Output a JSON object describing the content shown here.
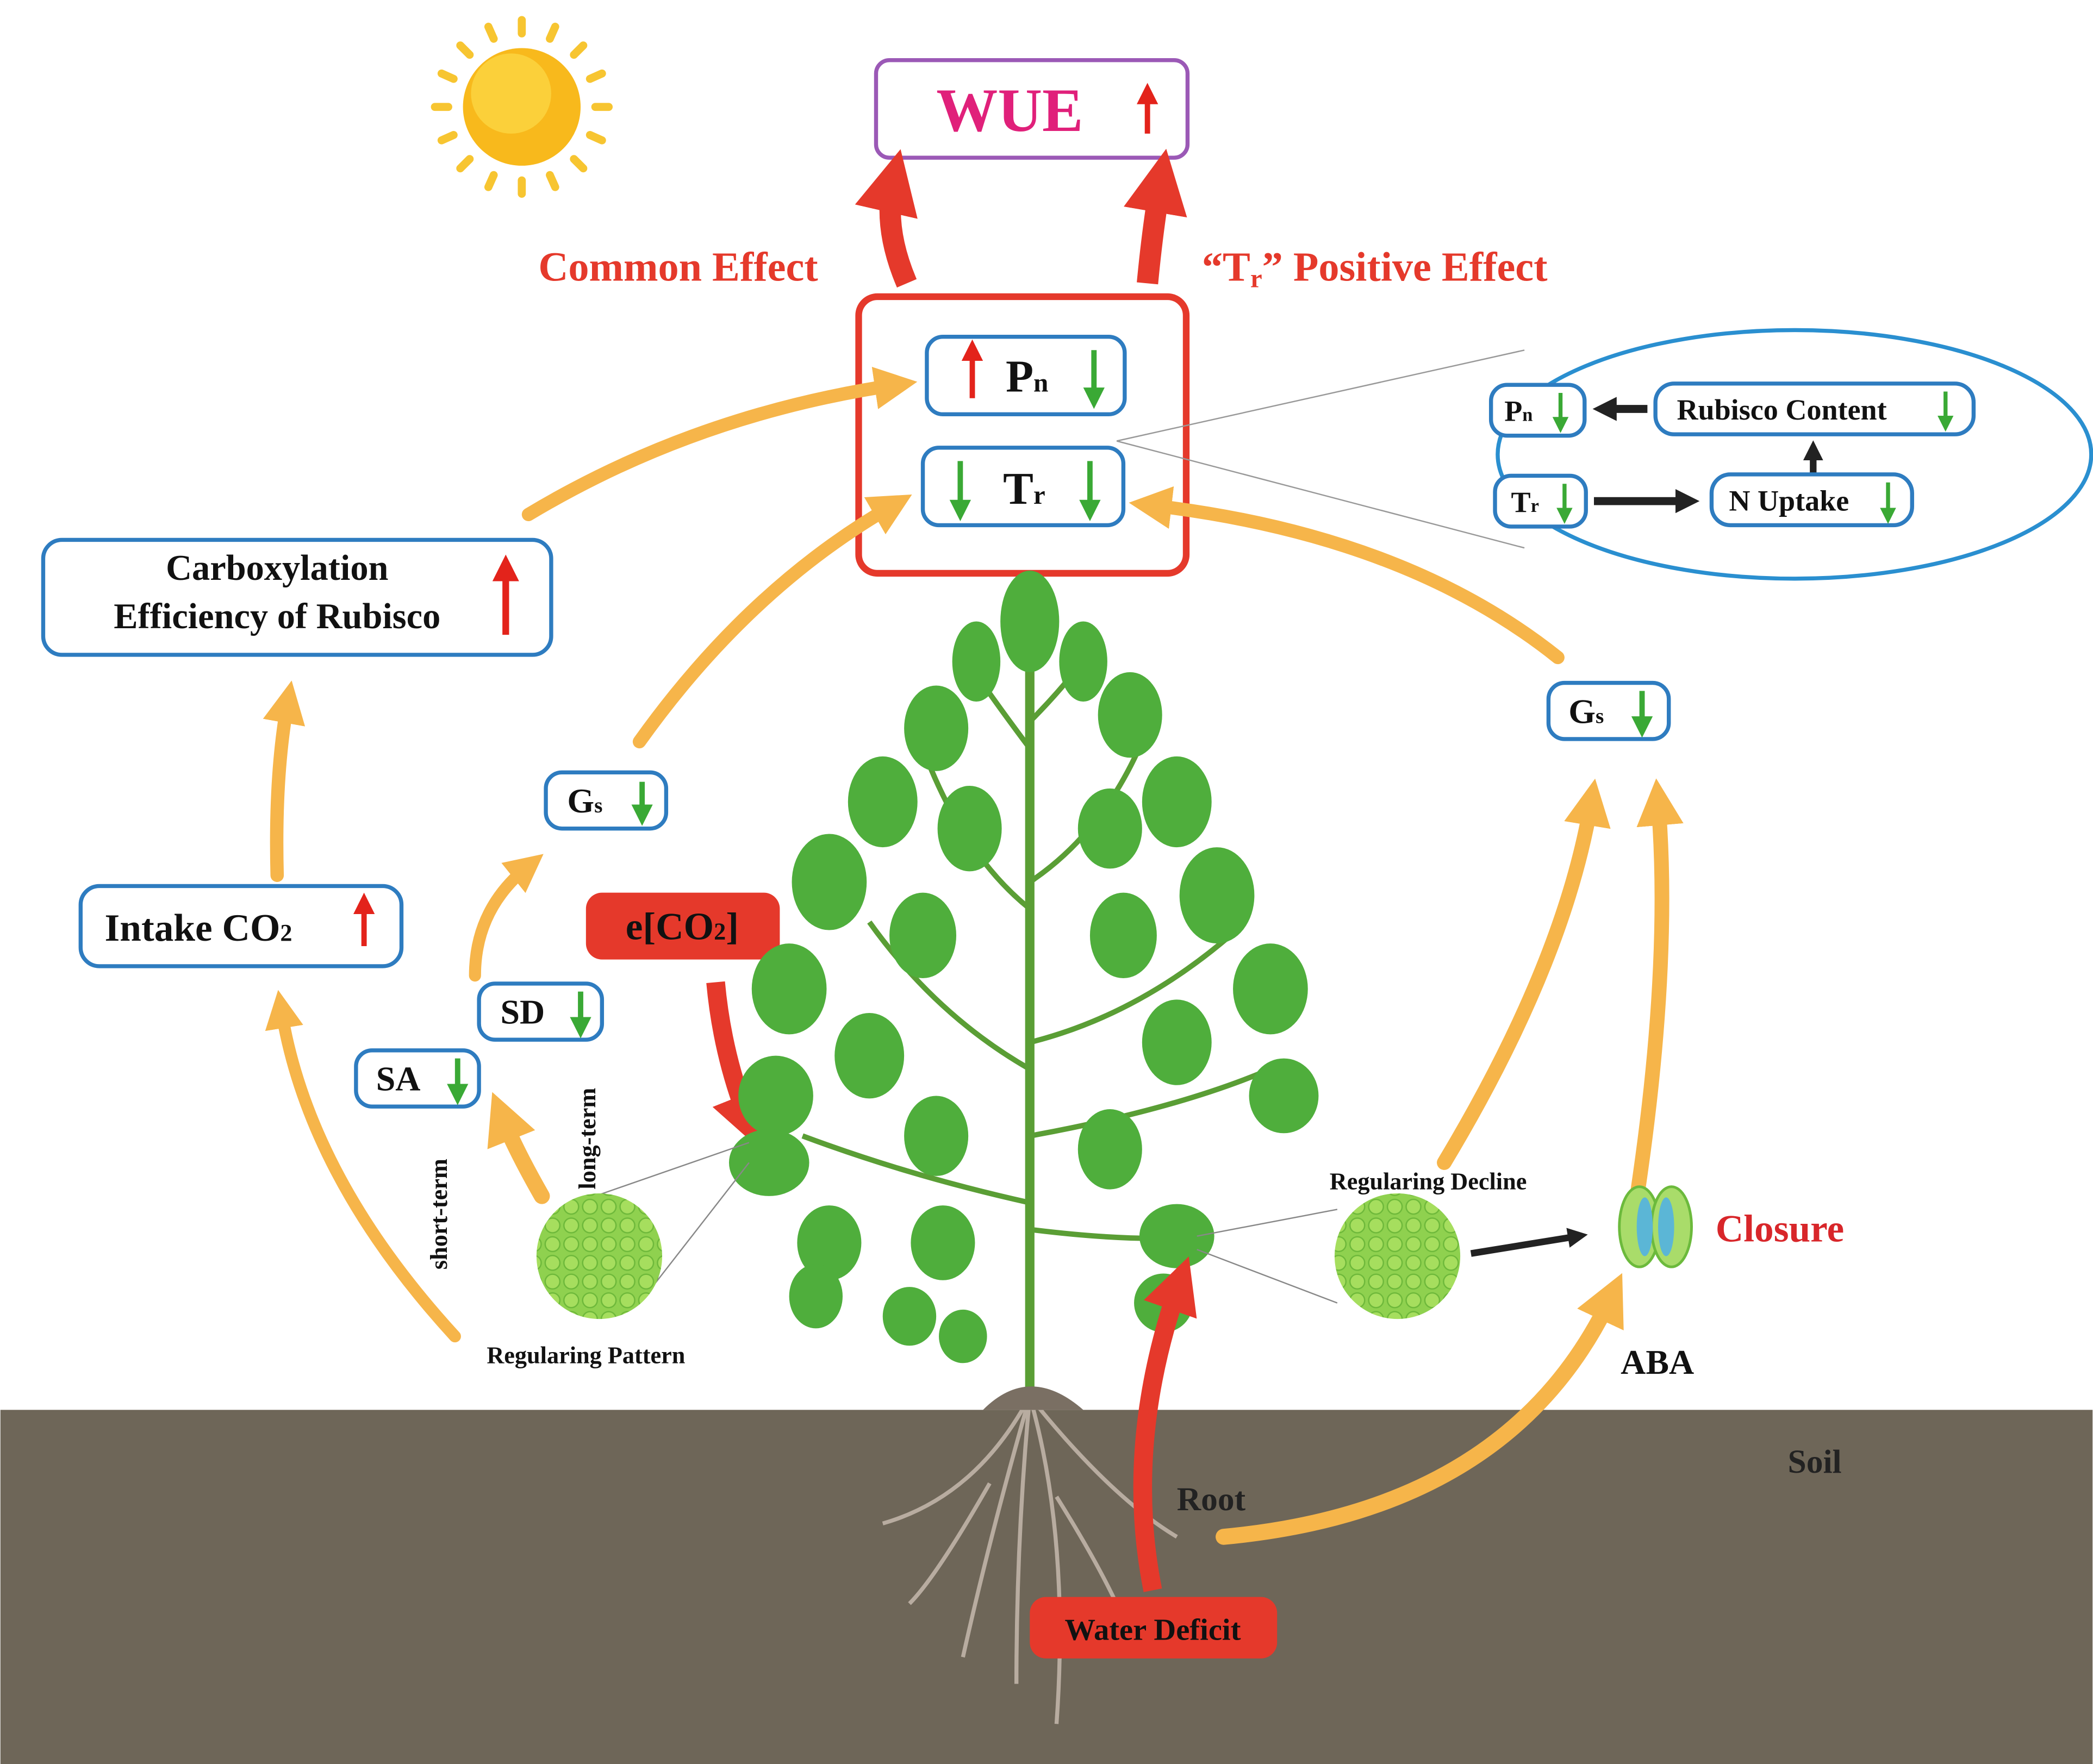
{
  "title": {
    "text": "WUE",
    "color": "#e0207a"
  },
  "effects": {
    "common": "Common Effect",
    "positive_quote_open": "“T",
    "positive_sub": "r",
    "positive_rest": "” Positive Effect"
  },
  "center": {
    "pn": "P",
    "pn_sub": "n",
    "tr": "T",
    "tr_sub": "r"
  },
  "inset": {
    "pn": "P",
    "pn_sub": "n",
    "tr": "T",
    "tr_sub": "r",
    "rubisco": "Rubisco Content",
    "n_uptake": "N Uptake"
  },
  "left": {
    "carbox_line1": "Carboxylation",
    "carbox_line2": "Efficiency of Rubisco",
    "intake": "Intake  CO",
    "intake_sub": "2",
    "gs": "G",
    "gs_sub": "s",
    "sd": "SD",
    "sa": "SA",
    "short_term": "short-term",
    "long_term": "long-term",
    "pattern": "Regularing Pattern"
  },
  "eco2": {
    "prefix": "e[CO",
    "sub": "2",
    "suffix": "]"
  },
  "right": {
    "gs": "G",
    "gs_sub": "s",
    "decline": "Regularing Decline",
    "closure": "Closure",
    "aba": "ABA"
  },
  "soil": {
    "soil": "Soil",
    "root": "Root",
    "water_deficit": "Water Deficit"
  },
  "colors": {
    "up": "#e3231b",
    "down": "#3aa935",
    "box_border": "#2e7cc0",
    "red": "#e5392b",
    "orange": "#f6b54a",
    "soil": "#6e6658",
    "leaf": "#4fae3c"
  }
}
